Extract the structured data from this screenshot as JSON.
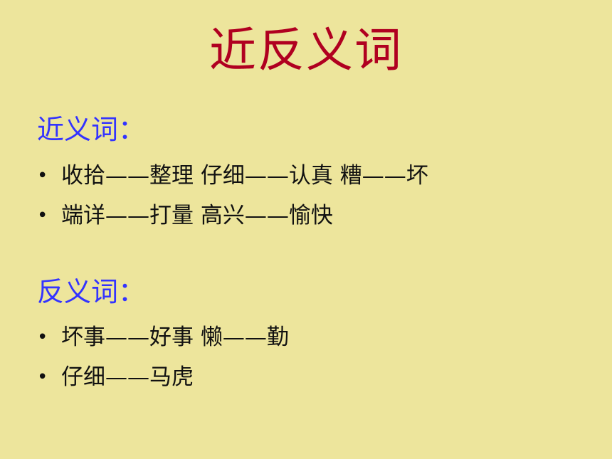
{
  "slide": {
    "title": "近反义词",
    "sections": [
      {
        "heading": "近义词：",
        "items": [
          "收拾——整理  仔细——认真  糟——坏",
          "端详——打量  高兴——愉快"
        ]
      },
      {
        "heading": "反义词：",
        "items": [
          "坏事——好事   懒——勤",
          "仔细——马虎"
        ]
      }
    ],
    "bullet_symbol": "•"
  }
}
